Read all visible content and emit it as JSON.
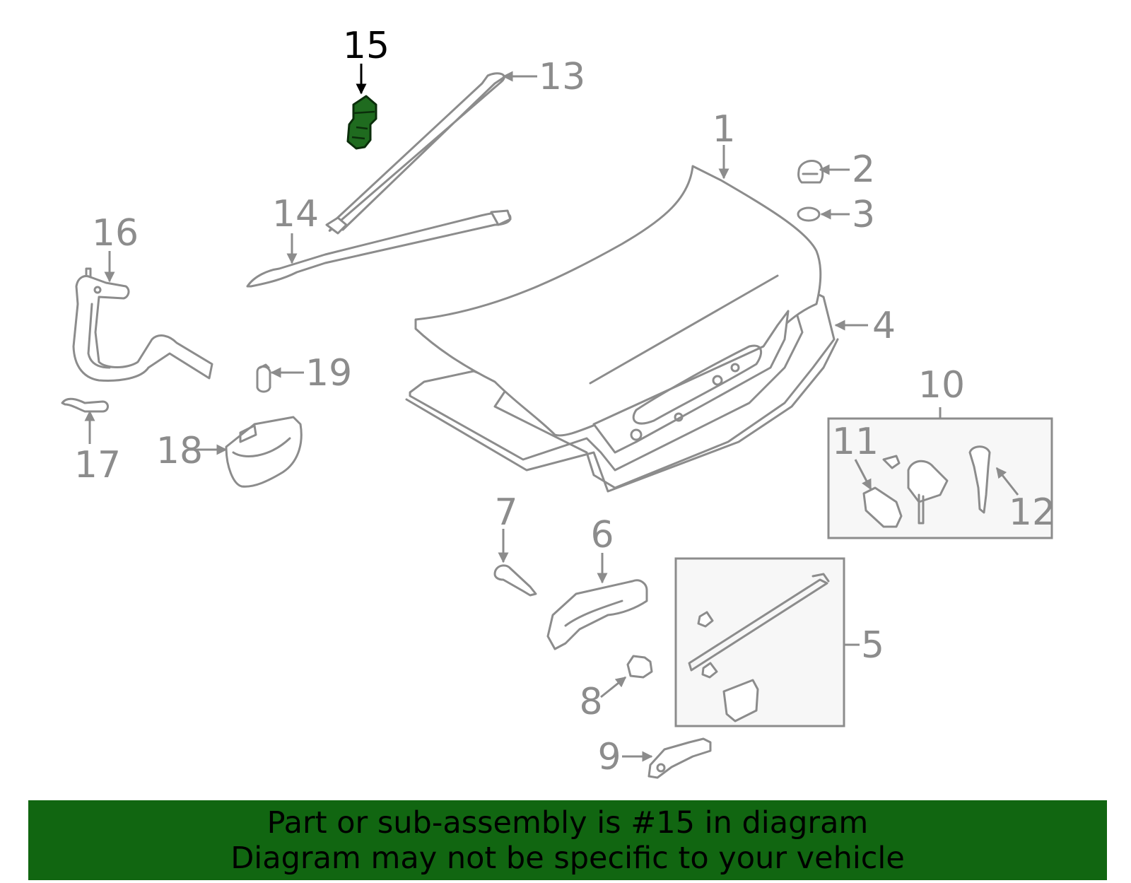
{
  "colors": {
    "part_line": "#8c8c8c",
    "highlight_part": "#1f6b1f",
    "highlight_label": "#000000",
    "banner_bg": "#116611",
    "banner_text": "#000000",
    "box_fill": "#f7f7f7"
  },
  "highlighted_part": "15",
  "callouts": [
    {
      "id": "c1",
      "label": "1"
    },
    {
      "id": "c2",
      "label": "2"
    },
    {
      "id": "c3",
      "label": "3"
    },
    {
      "id": "c4",
      "label": "4"
    },
    {
      "id": "c5",
      "label": "5"
    },
    {
      "id": "c6",
      "label": "6"
    },
    {
      "id": "c7",
      "label": "7"
    },
    {
      "id": "c8",
      "label": "8"
    },
    {
      "id": "c9",
      "label": "9"
    },
    {
      "id": "c10",
      "label": "10"
    },
    {
      "id": "c11",
      "label": "11"
    },
    {
      "id": "c12",
      "label": "12"
    },
    {
      "id": "c13",
      "label": "13"
    },
    {
      "id": "c14",
      "label": "14"
    },
    {
      "id": "c15",
      "label": "15"
    },
    {
      "id": "c16",
      "label": "16"
    },
    {
      "id": "c17",
      "label": "17"
    },
    {
      "id": "c18",
      "label": "18"
    },
    {
      "id": "c19",
      "label": "19"
    }
  ],
  "banner": {
    "line1": "Part or sub-assembly is #15 in diagram",
    "line2": "Diagram may not be specific to your vehicle"
  }
}
